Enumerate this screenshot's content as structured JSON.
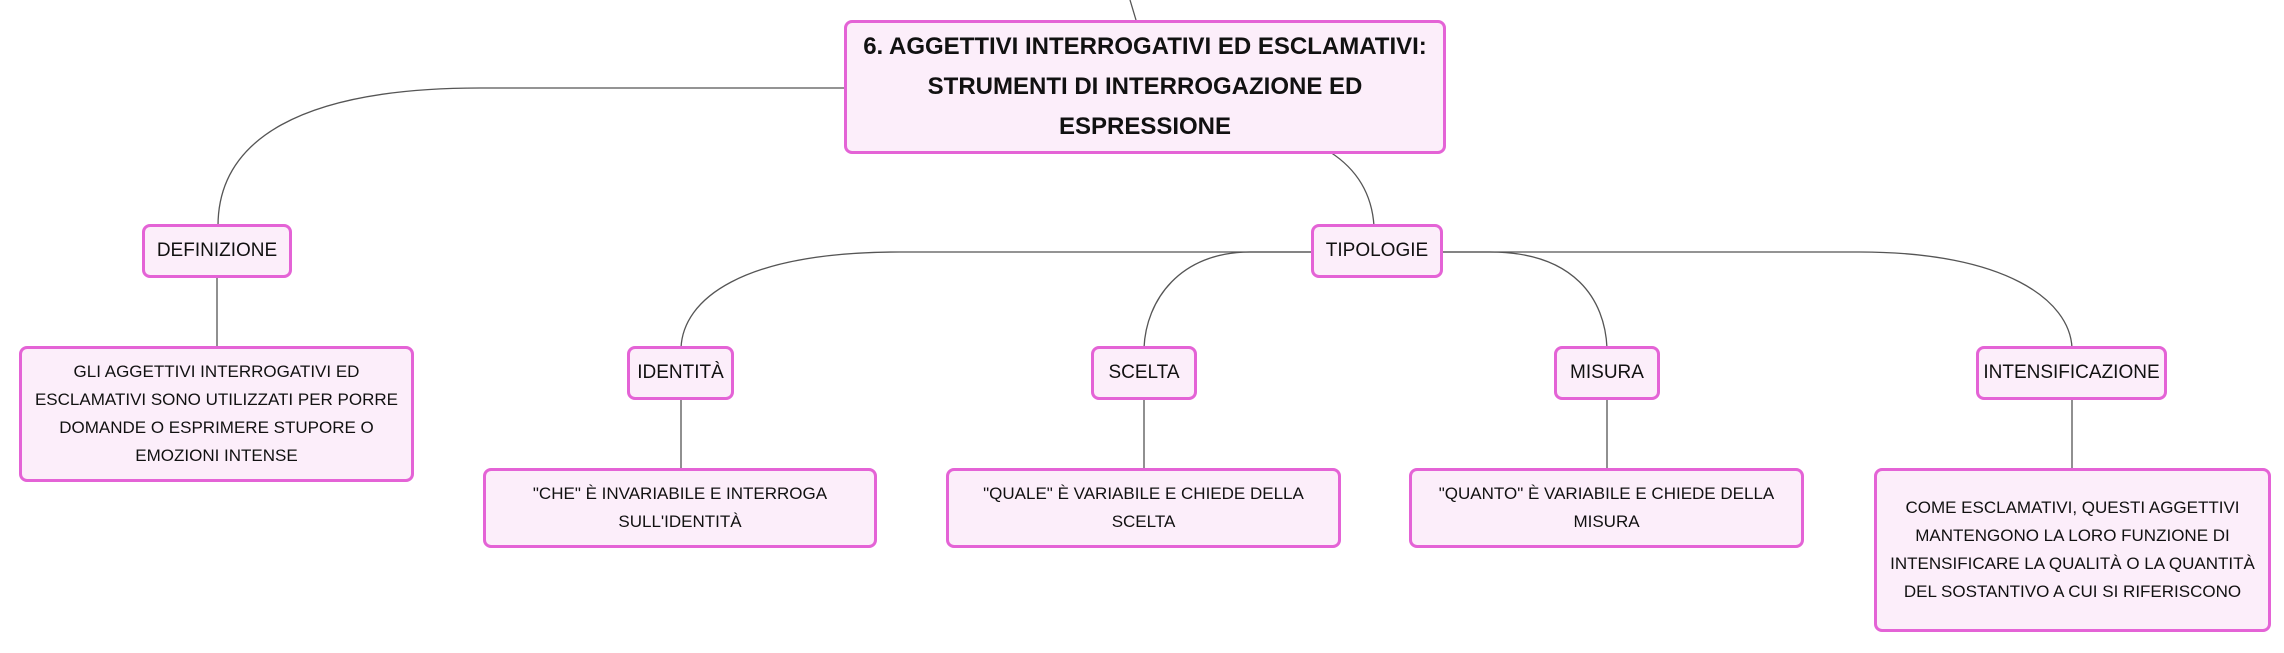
{
  "colors": {
    "node_fill": "#fceefa",
    "node_border": "#e463d6",
    "line": "#555555"
  },
  "root": {
    "line1": "6. AGGETTIVI INTERROGATIVI ED ESCLAMATIVI:",
    "line2": "STRUMENTI DI INTERROGAZIONE ED ESPRESSIONE"
  },
  "definizione": {
    "label": "DEFINIZIONE",
    "text": "GLI AGGETTIVI INTERROGATIVI ED ESCLAMATIVI SONO UTILIZZATI PER PORRE DOMANDE O ESPRIMERE STUPORE O EMOZIONI INTENSE"
  },
  "tipologie": {
    "label": "TIPOLOGIE",
    "items": [
      {
        "label": "IDENTITÀ",
        "text": "\"CHE\" È INVARIABILE E INTERROGA SULL'IDENTITÀ"
      },
      {
        "label": "SCELTA",
        "text": "\"QUALE\" È VARIABILE E CHIEDE DELLA SCELTA"
      },
      {
        "label": "MISURA",
        "text": "\"QUANTO\" È VARIABILE E CHIEDE DELLA MISURA"
      },
      {
        "label": "INTENSIFICAZIONE",
        "text": "COME ESCLAMATIVI, QUESTI AGGETTIVI MANTENGONO LA LORO FUNZIONE DI INTENSIFICARE LA QUALITÀ O LA QUANTITÀ DEL SOSTANTIVO A CUI SI RIFERISCONO"
      }
    ]
  }
}
